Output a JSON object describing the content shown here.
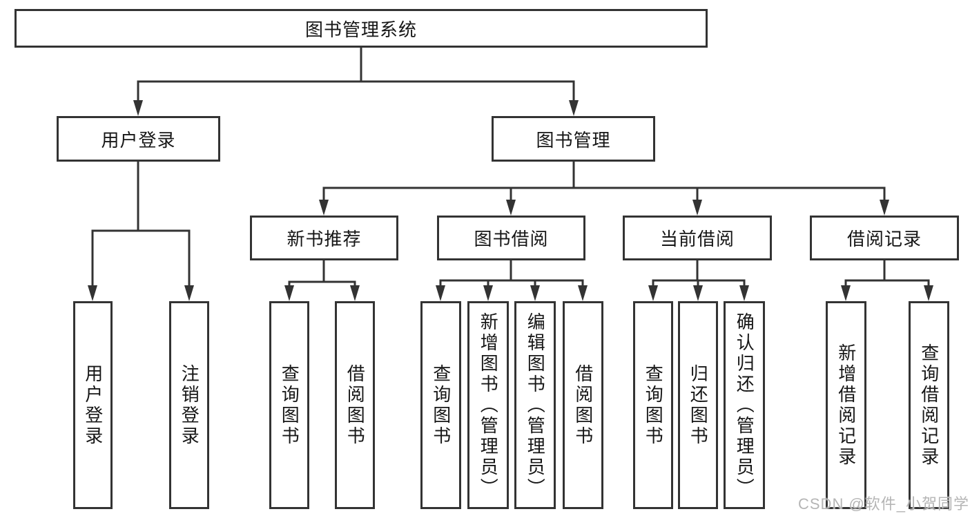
{
  "diagram_type": "hierarchical-tree",
  "colors": {
    "background": "#ffffff",
    "line": "#333333",
    "box_border": "#333333",
    "box_fill": "#ffffff",
    "text": "#161616",
    "watermark": "#b5b5b5"
  },
  "tree": {
    "root": {
      "label": "图书管理系统",
      "children": [
        {
          "label": "用户登录",
          "children": [
            {
              "label": "用户登录"
            },
            {
              "label": "注销登录"
            }
          ]
        },
        {
          "label": "图书管理",
          "children": [
            {
              "label": "新书推荐",
              "children": [
                {
                  "label": "查询图书"
                },
                {
                  "label": "借阅图书"
                }
              ]
            },
            {
              "label": "图书借阅",
              "children": [
                {
                  "label": "查询图书"
                },
                {
                  "label": "新增图书（管理员）"
                },
                {
                  "label": "编辑图书（管理员）"
                },
                {
                  "label": "借阅图书"
                }
              ]
            },
            {
              "label": "当前借阅",
              "children": [
                {
                  "label": "查询图书"
                },
                {
                  "label": "归还图书"
                },
                {
                  "label": "确认归还（管理员）"
                }
              ]
            },
            {
              "label": "借阅记录",
              "children": [
                {
                  "label": "新增借阅记录"
                },
                {
                  "label": "查询借阅记录"
                }
              ]
            }
          ]
        }
      ]
    }
  },
  "watermark": {
    "text": "CSDN @软件_小贺同学"
  }
}
